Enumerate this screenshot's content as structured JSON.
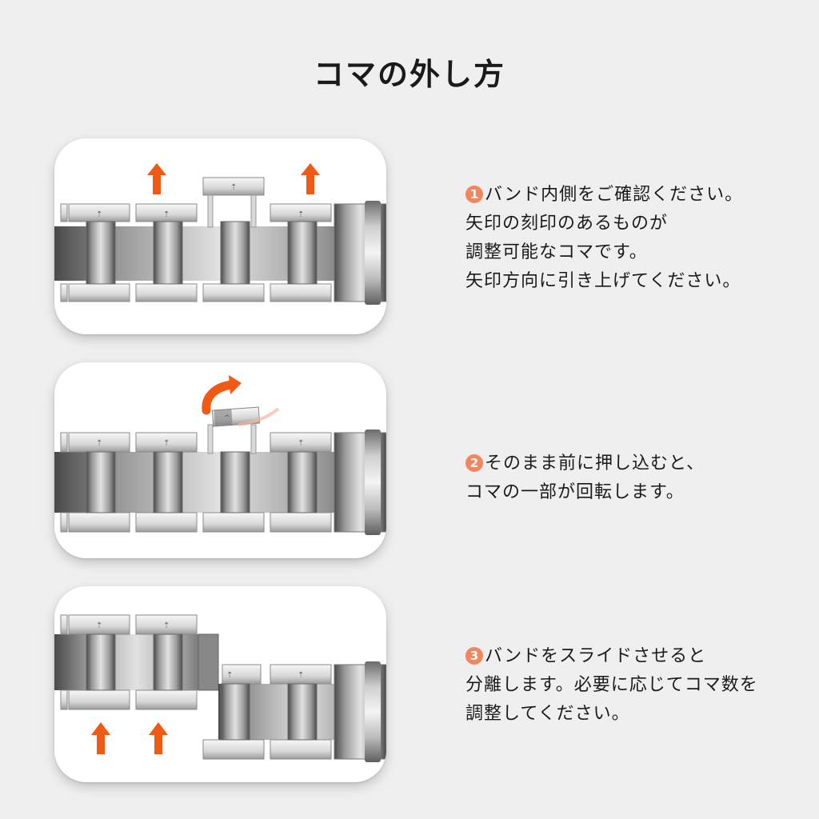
{
  "title": "コマの外し方",
  "colors": {
    "accent": "#f2865e",
    "arrow": "#f05a14",
    "metal": "#8f8f8f"
  },
  "steps": [
    {
      "number": "1",
      "lines": [
        "バンド内側をご確認ください。",
        "矢印の刻印のあるものが",
        "調整可能なコマです。",
        "矢印方向に引き上げてください。"
      ]
    },
    {
      "number": "2",
      "lines": [
        "そのまま前に押し込むと、",
        "コマの一部が回転します。"
      ]
    },
    {
      "number": "3",
      "lines": [
        "バンドをスライドさせると",
        "分離します。必要に応じてコマ数を",
        "調整してください。"
      ]
    }
  ],
  "illustrations": [
    {
      "name": "step1-image",
      "icons": [
        "up-arrow-icon",
        "up-arrow-icon"
      ]
    },
    {
      "name": "step2-image",
      "icons": [
        "rotate-arrow-icon"
      ]
    },
    {
      "name": "step3-image",
      "icons": [
        "up-arrow-icon",
        "up-arrow-icon"
      ]
    }
  ]
}
